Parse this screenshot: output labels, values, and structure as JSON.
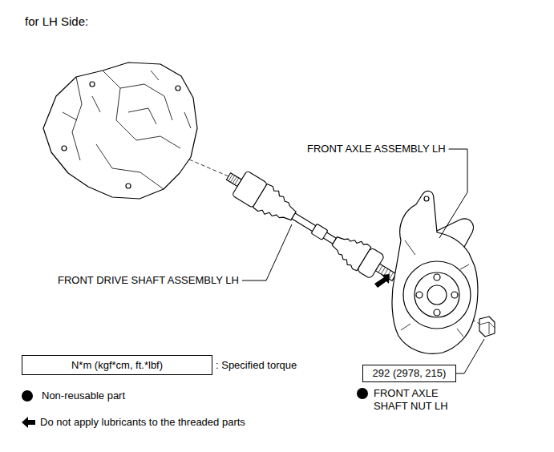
{
  "diagram": {
    "title": "for LH Side:",
    "nodes": [
      {
        "text": [
          "N*m (kgf*cm, ft.*lbf)"
        ]
      },
      {
        "text": [
          "292 (2978, 215)"
        ]
      }
    ],
    "labels": [
      "FRONT AXLE ASSEMBLY LH",
      "FRONT DRIVE SHAFT ASSEMBLY LH",
      "FRONT AXLE SHAFT NUT LH"
    ],
    "legend": [
      {
        "text": ": Specified torque"
      },
      {
        "text": "Non-reusable part"
      },
      {
        "text": "Do not apply lubricants to the threaded parts"
      }
    ]
  }
}
